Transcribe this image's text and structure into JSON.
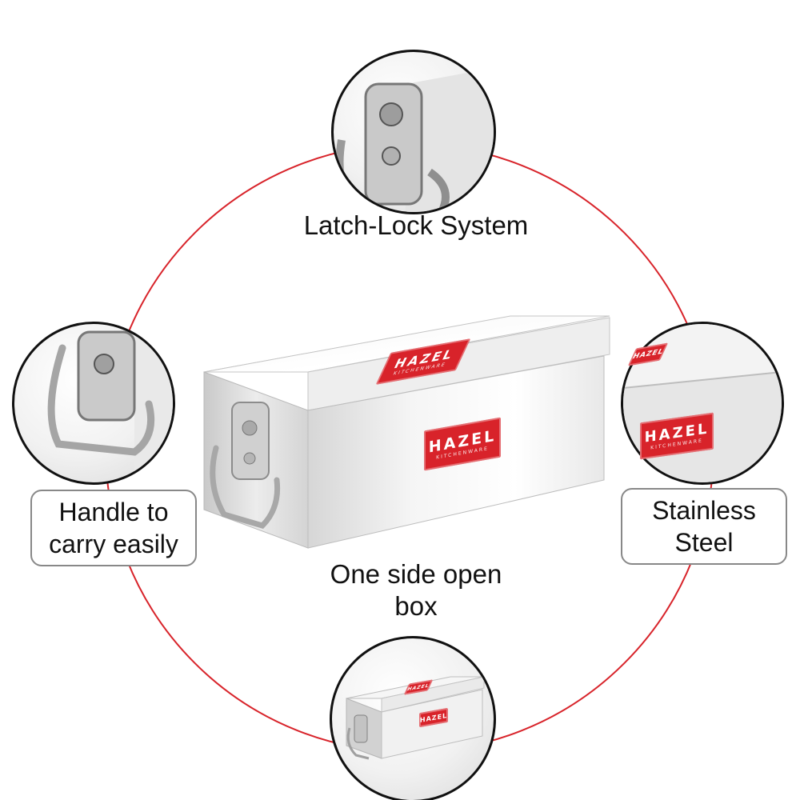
{
  "ring_color": "#d8232a",
  "brand_color": "#d8232a",
  "captions": {
    "latch": "Latch-Lock System",
    "handle_line1": "Handle to",
    "handle_line2": "carry easily",
    "steel_line1": "Stainless",
    "steel_line2": "Steel",
    "open_line1": "One side open",
    "open_line2": "box"
  },
  "label": {
    "brand": "HAZEL",
    "sub": "KITCHENWARE"
  },
  "icons": {
    "latch": "latch-icon",
    "handle": "handle-icon",
    "box": "steel-box-icon"
  }
}
